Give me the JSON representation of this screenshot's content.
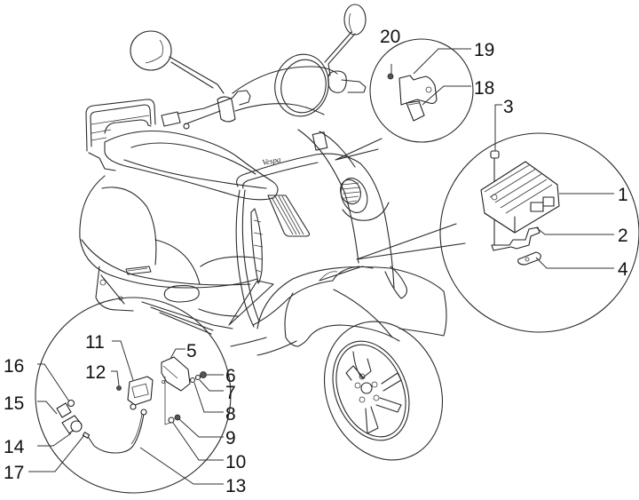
{
  "diagram": {
    "subject": "Vespa scooter - electrical parts exploded view",
    "brand_mark": "Vespa",
    "callouts": [
      {
        "id": "1",
        "label": "1"
      },
      {
        "id": "2",
        "label": "2"
      },
      {
        "id": "3",
        "label": "3"
      },
      {
        "id": "4",
        "label": "4"
      },
      {
        "id": "5",
        "label": "5"
      },
      {
        "id": "6",
        "label": "6"
      },
      {
        "id": "7",
        "label": "7"
      },
      {
        "id": "8",
        "label": "8"
      },
      {
        "id": "9",
        "label": "9"
      },
      {
        "id": "10",
        "label": "10"
      },
      {
        "id": "11",
        "label": "11"
      },
      {
        "id": "12",
        "label": "12"
      },
      {
        "id": "13",
        "label": "13"
      },
      {
        "id": "14",
        "label": "14"
      },
      {
        "id": "15",
        "label": "15"
      },
      {
        "id": "16",
        "label": "16"
      },
      {
        "id": "17",
        "label": "17"
      },
      {
        "id": "18",
        "label": "18"
      },
      {
        "id": "19",
        "label": "19"
      },
      {
        "id": "20",
        "label": "20"
      }
    ],
    "detail_views": [
      {
        "name": "handlebar-detail",
        "parts": [
          "18",
          "19",
          "20"
        ]
      },
      {
        "name": "regulator-detail",
        "parts": [
          "1",
          "2",
          "3",
          "4"
        ]
      },
      {
        "name": "ignition-detail",
        "parts": [
          "5",
          "6",
          "7",
          "8",
          "9",
          "10",
          "11",
          "12",
          "13",
          "14",
          "15",
          "16",
          "17"
        ]
      }
    ]
  }
}
